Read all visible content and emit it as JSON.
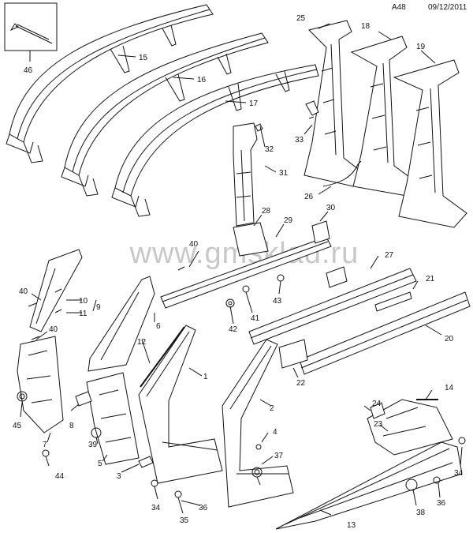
{
  "header": {
    "diagram_code": "A48",
    "date": "09/12/2011"
  },
  "watermark": "www.gmsklad.ru",
  "callouts": [
    {
      "id": "c1",
      "label": "1"
    },
    {
      "id": "c2",
      "label": "2"
    },
    {
      "id": "c3",
      "label": "3"
    },
    {
      "id": "c4",
      "label": "4"
    },
    {
      "id": "c5",
      "label": "5"
    },
    {
      "id": "c6",
      "label": "6"
    },
    {
      "id": "c7",
      "label": "7"
    },
    {
      "id": "c8",
      "label": "8"
    },
    {
      "id": "c9",
      "label": "9"
    },
    {
      "id": "c10",
      "label": "10"
    },
    {
      "id": "c11",
      "label": "11"
    },
    {
      "id": "c12",
      "label": "12"
    },
    {
      "id": "c13",
      "label": "13"
    },
    {
      "id": "c14",
      "label": "14"
    },
    {
      "id": "c15",
      "label": "15"
    },
    {
      "id": "c16",
      "label": "16"
    },
    {
      "id": "c17",
      "label": "17"
    },
    {
      "id": "c18",
      "label": "18"
    },
    {
      "id": "c19",
      "label": "19"
    },
    {
      "id": "c20",
      "label": "20"
    },
    {
      "id": "c21",
      "label": "21"
    },
    {
      "id": "c22",
      "label": "22"
    },
    {
      "id": "c23",
      "label": "23"
    },
    {
      "id": "c24",
      "label": "24"
    },
    {
      "id": "c25",
      "label": "25"
    },
    {
      "id": "c26",
      "label": "26"
    },
    {
      "id": "c27",
      "label": "27"
    },
    {
      "id": "c28",
      "label": "28"
    },
    {
      "id": "c29",
      "label": "29"
    },
    {
      "id": "c30",
      "label": "30"
    },
    {
      "id": "c31",
      "label": "31"
    },
    {
      "id": "c32",
      "label": "32"
    },
    {
      "id": "c33",
      "label": "33"
    },
    {
      "id": "c34a",
      "label": "34"
    },
    {
      "id": "c34b",
      "label": "34"
    },
    {
      "id": "c35",
      "label": "35"
    },
    {
      "id": "c36a",
      "label": "36"
    },
    {
      "id": "c36b",
      "label": "36"
    },
    {
      "id": "c37",
      "label": "37"
    },
    {
      "id": "c38",
      "label": "38"
    },
    {
      "id": "c39",
      "label": "39"
    },
    {
      "id": "c40a",
      "label": "40"
    },
    {
      "id": "c40b",
      "label": "40"
    },
    {
      "id": "c40c",
      "label": "40"
    },
    {
      "id": "c41",
      "label": "41"
    },
    {
      "id": "c42",
      "label": "42"
    },
    {
      "id": "c43",
      "label": "43"
    },
    {
      "id": "c44",
      "label": "44"
    },
    {
      "id": "c45",
      "label": "45"
    },
    {
      "id": "c46",
      "label": "46"
    }
  ]
}
